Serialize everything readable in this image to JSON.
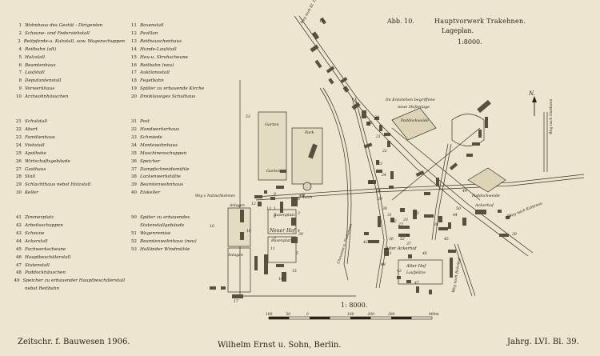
{
  "plate_label": "Abb. 10.",
  "title": "Hauptvorwerk Trakehnen.",
  "subtitle": "Lageplan.",
  "scale": "1:8000.",
  "scale_bar_label": "1: 8000.",
  "scale_ticks": [
    "100",
    "50",
    "0",
    "100",
    "200",
    "300",
    "400m"
  ],
  "footer_left": "Zeitschr. f. Bauwesen 1906.",
  "footer_center": "Wilhelm Ernst u. Sohn, Berlin.",
  "footer_right": "Jahrg. LVI. Bl. 39.",
  "north_label": "N.",
  "legend_left": [
    [
      {
        "num": "1",
        "text": "Wohnhaus des Gestüt - Dirigenten"
      },
      {
        "num": "2",
        "text": "Scheune- und Federviehstall"
      },
      {
        "num": "3",
        "text": "Reitpferde-u. Kuhstall, sow. Wagenschuppen"
      },
      {
        "num": "4",
        "text": "Reitbahn (alt)"
      },
      {
        "num": "5",
        "text": "Holzstall"
      },
      {
        "num": "6",
        "text": "Beamtenhaus"
      },
      {
        "num": "7",
        "text": "Laufstall"
      },
      {
        "num": "8",
        "text": "Deputantenstall"
      },
      {
        "num": "9",
        "text": "Vorwerkhaus"
      },
      {
        "num": "10",
        "text": "Arztwohnhäuschen"
      }
    ],
    [
      {
        "num": "21",
        "text": "Schulstall"
      },
      {
        "num": "22",
        "text": "Abort"
      },
      {
        "num": "23",
        "text": "Familienhaus"
      },
      {
        "num": "24",
        "text": "Viehstall"
      },
      {
        "num": "25",
        "text": "Apotheke"
      },
      {
        "num": "26",
        "text": "Wirtschaftsgebäude"
      },
      {
        "num": "27",
        "text": "Gasthaus"
      },
      {
        "num": "28",
        "text": "Stall"
      },
      {
        "num": "29",
        "text": "Schlachthaus nebst Holzstall"
      },
      {
        "num": "30",
        "text": "Keller"
      }
    ],
    [
      {
        "num": "41",
        "text": "Zimmerplatz"
      },
      {
        "num": "42",
        "text": "Arbeitsschuppen"
      },
      {
        "num": "43",
        "text": "Scheune"
      },
      {
        "num": "44",
        "text": "Ackerstall"
      },
      {
        "num": "45",
        "text": "Fachwerkscheune"
      },
      {
        "num": "46",
        "text": "Hauptbeschälerstall"
      },
      {
        "num": "47",
        "text": "Stutenstall"
      },
      {
        "num": "48",
        "text": "Paddockhäuschen"
      },
      {
        "num": "49",
        "text": "Speicher zu erbauender Hauptbeschälerstall"
      },
      {
        "num": "",
        "text": "nebst Reitbahn"
      }
    ]
  ],
  "legend_mid": [
    [
      {
        "num": "11",
        "text": "Boxenstall"
      },
      {
        "num": "12",
        "text": "Pavillon"
      },
      {
        "num": "13",
        "text": "Reithauschenhaus"
      },
      {
        "num": "14",
        "text": "Hunde-Laufstall"
      },
      {
        "num": "15",
        "text": "Heu-u. Strohscheune"
      },
      {
        "num": "16",
        "text": "Reitbahn (neu)"
      },
      {
        "num": "17",
        "text": "Auktionsstall"
      },
      {
        "num": "18",
        "text": "Fegelbahn"
      },
      {
        "num": "19",
        "text": "Spüter zu erbauende Kirche"
      },
      {
        "num": "20",
        "text": "Dreiklassiges Schulhaus"
      }
    ],
    [
      {
        "num": "31",
        "text": "Post"
      },
      {
        "num": "32",
        "text": "Handwerkerhaus"
      },
      {
        "num": "33",
        "text": "Schmiede"
      },
      {
        "num": "34",
        "text": "Montewohnhaus"
      },
      {
        "num": "35",
        "text": "Maschinenschuppen"
      },
      {
        "num": "36",
        "text": "Speicher"
      },
      {
        "num": "37",
        "text": "Dampfschneidemühle"
      },
      {
        "num": "38",
        "text": "Lackenwerkstätte"
      },
      {
        "num": "39",
        "text": "Beamtenwohnhaus"
      },
      {
        "num": "40",
        "text": "Eiskeller"
      }
    ],
    [
      {
        "num": "50",
        "text": "Später zu erbauendes"
      },
      {
        "num": "",
        "text": "Stutenstallgebäude"
      },
      {
        "num": "51",
        "text": "Wagenremise"
      },
      {
        "num": "52",
        "text": "Beamtenwohnhaus (neu)"
      },
      {
        "num": "53",
        "text": "Holländer Windmühle"
      }
    ]
  ],
  "map_labels": {
    "garten_1": "Garten",
    "garten_2": "Garten",
    "park": "Park",
    "teich": "Teich",
    "weg_nattischkehmen": "Weg v. Nattischkehmen",
    "anlagen_1": "Anlagen",
    "anlagen_2": "Anlagen",
    "neuer_hof": "Neuer Hof",
    "rasenplatz_1": "Rasenplatz",
    "rasenplatz_2": "Rasenplatz",
    "alter_ackerhof": "Alter Ackerhof",
    "alter_hof": "Alter Hof",
    "laufplatz": "Laufplätze",
    "ackerhof": "Ackerhof",
    "paddockweide_1": "Paddockweide",
    "paddockweide_2": "Paddockweide",
    "im_entstehen_1": "Im Entstehen begriffene",
    "im_entstehen_2": "neue Hofanlage",
    "weg_kattenau": "Weg nach Kattenau",
    "weg_bahnhof": "Weg nach Bahnhof",
    "weg_north": "Weg nach Kl. Trakehnen",
    "weg_gurdszen": "Weg nach Gurdszen",
    "chaussee": "Chaussee n. Trakehnen"
  },
  "building_numbers": [
    "1",
    "2",
    "3",
    "4",
    "5",
    "6",
    "7",
    "8",
    "9",
    "10",
    "11",
    "12",
    "13",
    "14",
    "15",
    "16",
    "17",
    "18",
    "19",
    "20",
    "21",
    "22",
    "23",
    "24",
    "25",
    "26",
    "27",
    "28",
    "29",
    "30",
    "31",
    "32",
    "33",
    "34",
    "35",
    "36",
    "37",
    "38",
    "39",
    "40",
    "41",
    "42",
    "43",
    "44",
    "45",
    "46",
    "47",
    "48",
    "49",
    "50",
    "51",
    "52",
    "53"
  ]
}
